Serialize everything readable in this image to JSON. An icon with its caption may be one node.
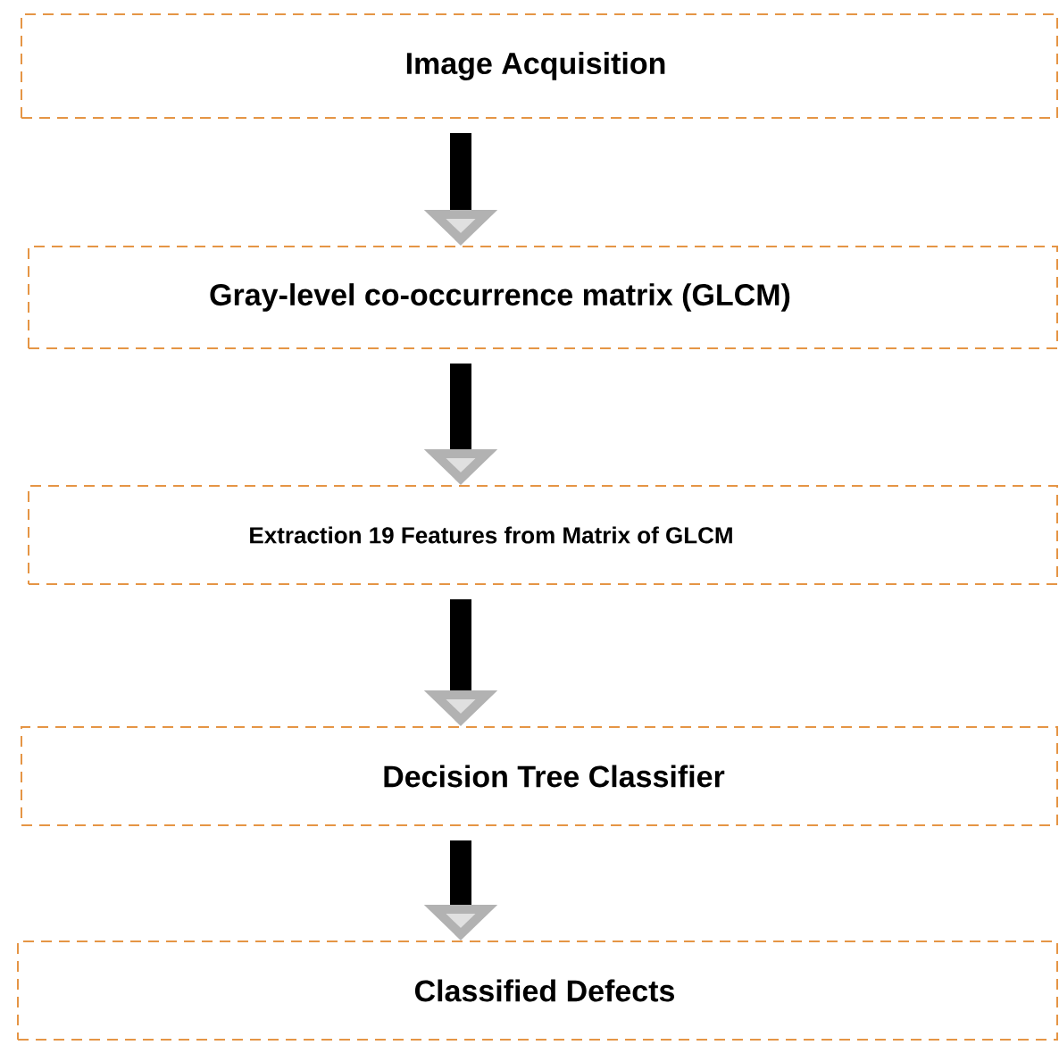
{
  "diagram": {
    "nodes": [
      {
        "text": [
          "Image Acquisition"
        ]
      },
      {
        "text": [
          "Gray-level co-occurrence matrix (GLCM)"
        ]
      },
      {
        "text": [
          "Extraction 19 Features  from Matrix of GLCM"
        ]
      },
      {
        "text": [
          "Decision Tree Classifier"
        ]
      },
      {
        "text": [
          "Classified Defects"
        ]
      }
    ],
    "edges": [
      {
        "from": 0,
        "to": 1,
        "arrow": "to"
      },
      {
        "from": 1,
        "to": 2,
        "arrow": "to"
      },
      {
        "from": 2,
        "to": 3,
        "arrow": "to"
      },
      {
        "from": 3,
        "to": 4,
        "arrow": "to"
      }
    ]
  }
}
